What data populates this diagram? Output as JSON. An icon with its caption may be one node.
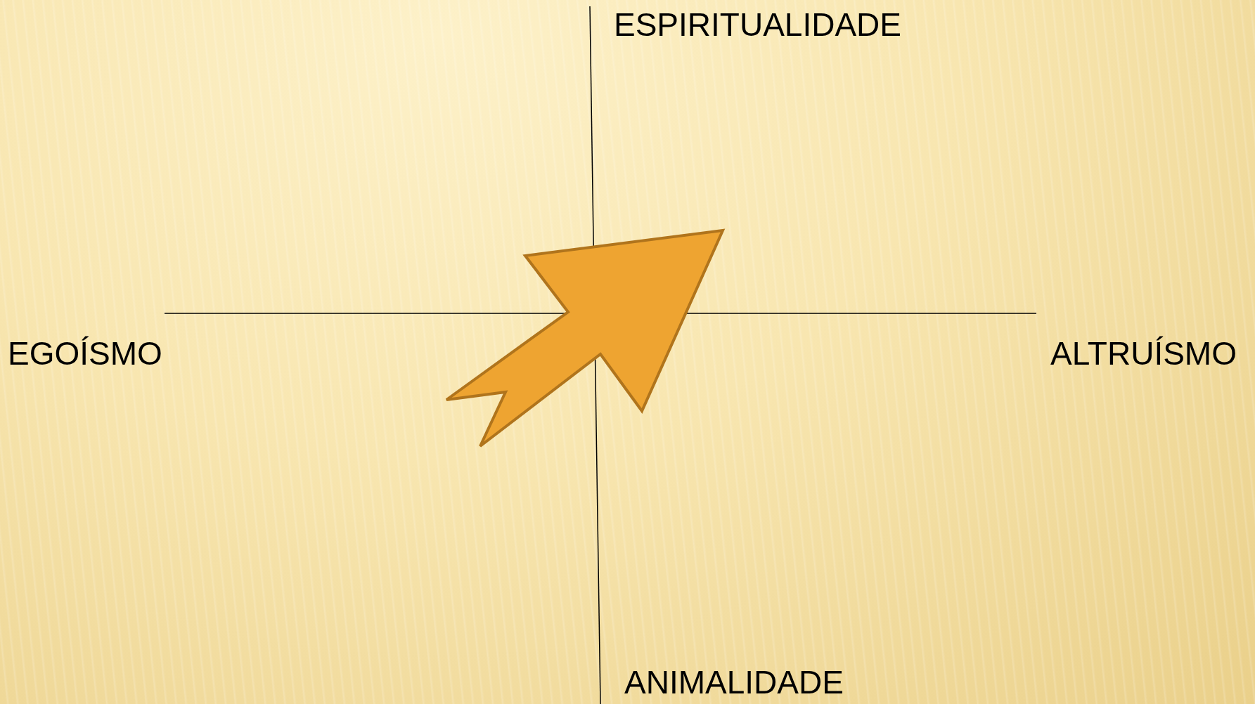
{
  "diagram": {
    "labels": [
      "ESPIRITUALIDADE",
      "EGOÍSMO",
      "ALTRUÍSMO",
      "ANIMALIDADE"
    ]
  }
}
